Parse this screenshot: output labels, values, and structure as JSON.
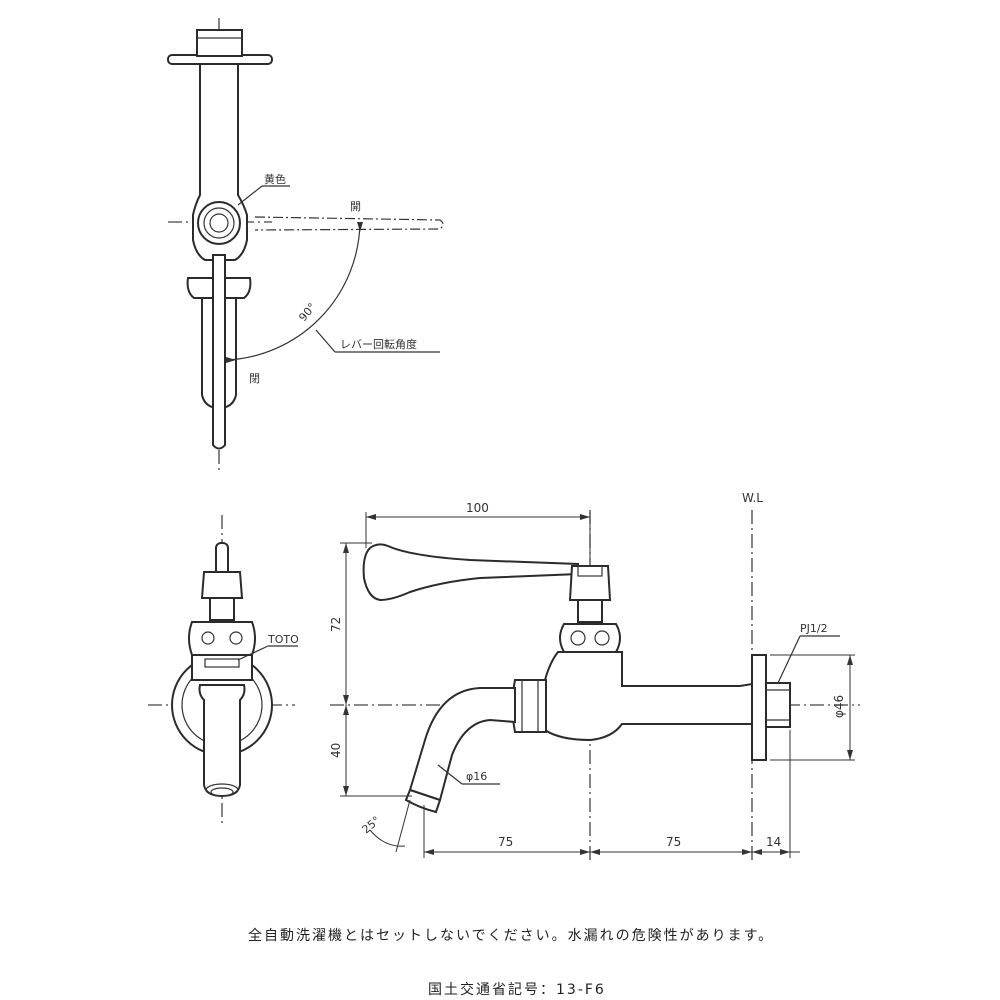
{
  "labels": {
    "yellow": "黄色",
    "open_top": "開",
    "open_bottom": "閉",
    "angle": "90°",
    "lever_angle": "レバー回転角度",
    "brand": "TOTO",
    "wl": "W.L",
    "pj": "PJ1/2",
    "phi46": "φ46",
    "phi16": "φ16",
    "ang25": "25°"
  },
  "dimensions": {
    "d100": "100",
    "d72": "72",
    "d40": "40",
    "d75a": "75",
    "d75b": "75",
    "d14": "14"
  },
  "notes": {
    "warning": "全自動洗濯機とはセットしないでください。水漏れの危険性があります。",
    "code": "国土交通省記号：13-F6"
  }
}
